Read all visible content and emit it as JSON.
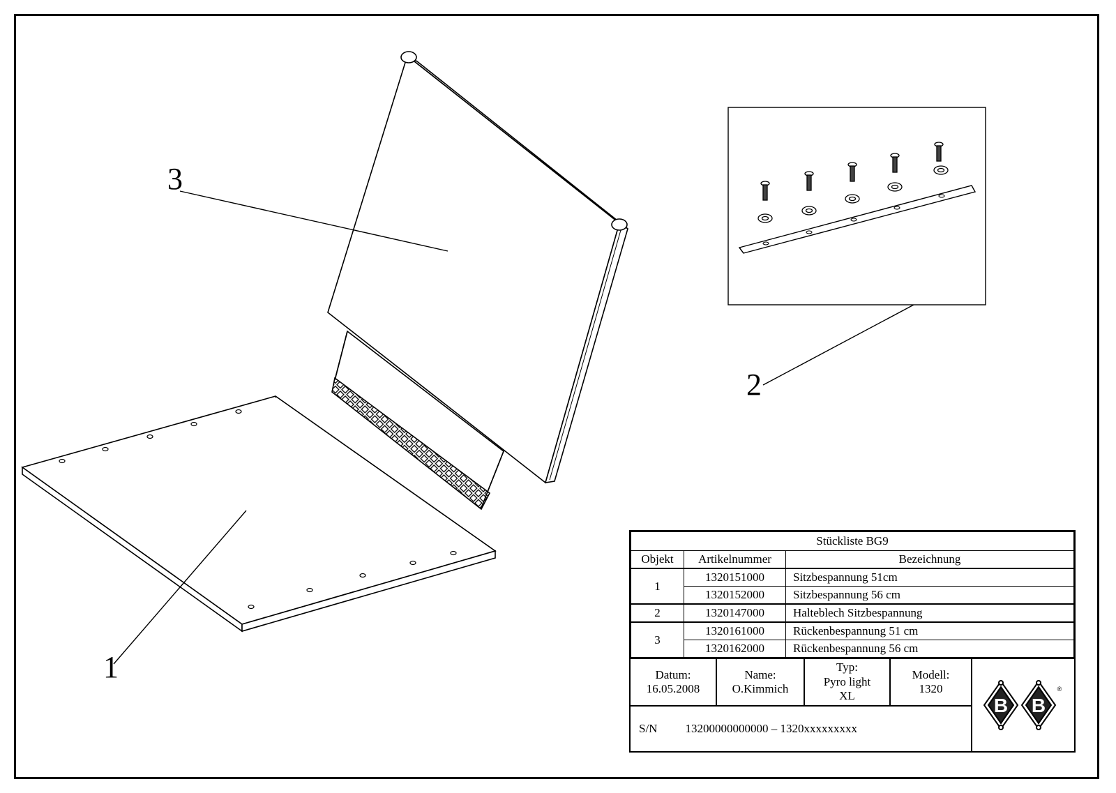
{
  "callouts": {
    "c1": "1",
    "c2": "2",
    "c3": "3"
  },
  "bom": {
    "title": "Stückliste BG9",
    "headers": {
      "objekt": "Objekt",
      "artikel": "Artikelnummer",
      "bezeichnung": "Bezeichnung"
    },
    "rows": [
      {
        "objekt": "1",
        "artikel": "1320151000",
        "bezeichnung": "Sitzbespannung 51cm"
      },
      {
        "objekt": "",
        "artikel": "1320152000",
        "bezeichnung": "Sitzbespannung 56 cm"
      },
      {
        "objekt": "2",
        "artikel": "1320147000",
        "bezeichnung": "Halteblech Sitzbespannung"
      },
      {
        "objekt": "3",
        "artikel": "1320161000",
        "bezeichnung": "Rückenbespannung 51 cm"
      },
      {
        "objekt": "",
        "artikel": "1320162000",
        "bezeichnung": "Rückenbespannung 56 cm"
      }
    ]
  },
  "info": {
    "datum_label": "Datum:",
    "datum_value": "16.05.2008",
    "name_label": "Name:",
    "name_value": "O.Kimmich",
    "typ_label": "Typ:",
    "typ_value_1": "Pyro light",
    "typ_value_2": "XL",
    "modell_label": "Modell:",
    "modell_value": "1320",
    "sn_label": "S/N",
    "sn_value": "13200000000000 – 1320xxxxxxxxx"
  },
  "logo": {
    "letter_left": "B",
    "letter_right": "B",
    "mark": "®"
  }
}
